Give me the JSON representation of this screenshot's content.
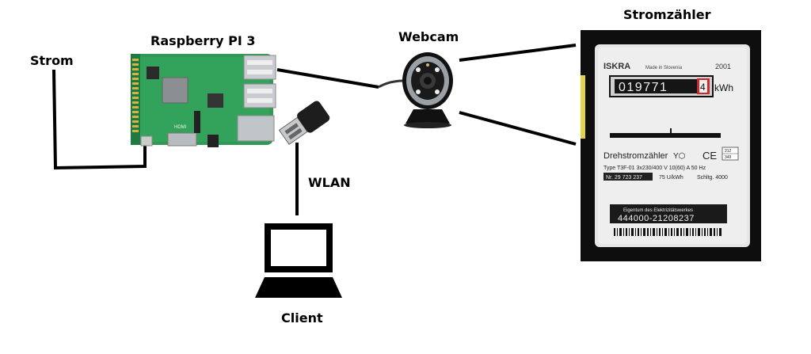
{
  "labels": {
    "power": "Strom",
    "raspberry": "Raspberry PI 3",
    "webcam": "Webcam",
    "meter": "Stromzähler",
    "wlan": "WLAN",
    "client": "Client"
  },
  "meter": {
    "brand": "ISKRA",
    "made_in": "Made in Slovenia",
    "year": "2001",
    "reading": "019771",
    "reading_last": "4",
    "unit": "kWh",
    "type_name": "Drehstromzähler",
    "ce": "CE",
    "box_top": "212",
    "box_bottom": "349",
    "type_line": "Type T3F-01  3x230/400 V  10(60) A  50 Hz",
    "serial": "Nr. 29 723 237",
    "constant": "75 U/kWh",
    "schaltg": "Schltg. 4000",
    "owner": "Eigentum des Elektrizitätswerkes",
    "owner_number": "444000-21208237"
  },
  "pi": {
    "hdmi": "HDMI"
  }
}
